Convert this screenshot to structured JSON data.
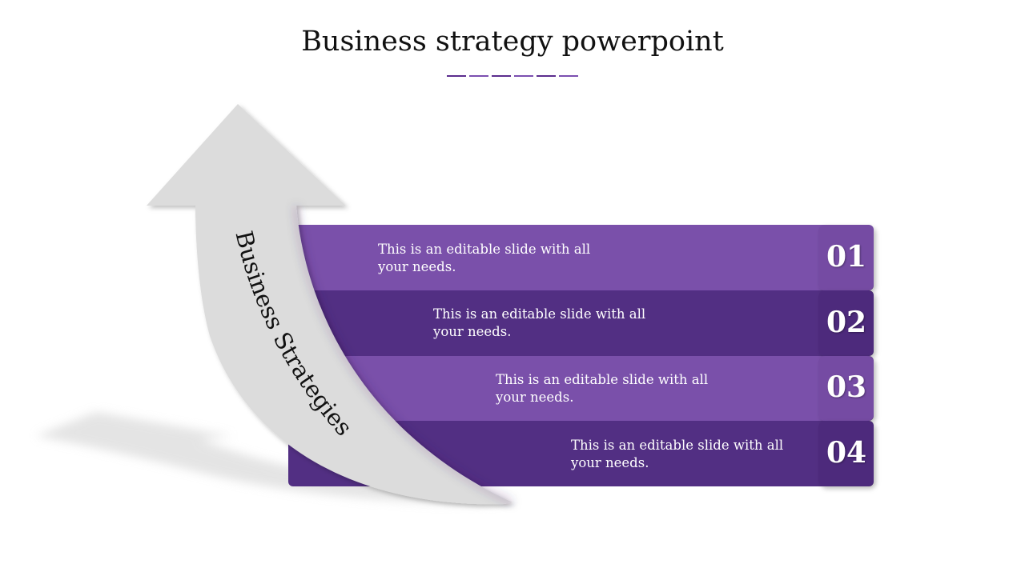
{
  "slide": {
    "title": "Business strategy powerpoint",
    "rule_colors": [
      "#5b2d8e",
      "#7b4fb0",
      "#5b2d8e",
      "#7b4fb0",
      "#5b2d8e",
      "#7b4fb0"
    ]
  },
  "arrow": {
    "label": "Business Strategies",
    "fill": "#dcdcdc"
  },
  "rows": [
    {
      "text": "This is an editable slide with all your needs.",
      "number": "01",
      "color": "#7a50aa",
      "tab": "#744ba3"
    },
    {
      "text": "This is an editable slide with all your needs.",
      "number": "02",
      "color": "#522f83",
      "tab": "#4d2c7c"
    },
    {
      "text": "This is an editable slide with all your needs.",
      "number": "03",
      "color": "#7a50aa",
      "tab": "#744ba3"
    },
    {
      "text": "This is an editable slide with all your needs.",
      "number": "04",
      "color": "#522f83",
      "tab": "#4d2c7c"
    }
  ]
}
